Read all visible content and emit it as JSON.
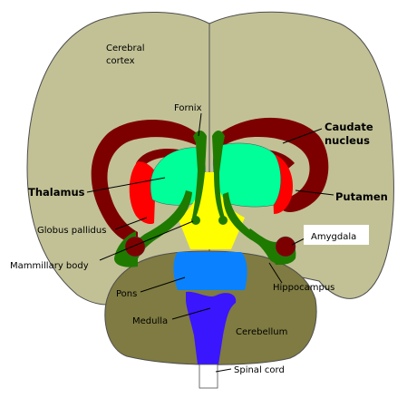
{
  "labels": {
    "cerebral_cortex_line1": "Cerebral",
    "cerebral_cortex_line2": "cortex",
    "fornix": "Fornix",
    "caudate_line1": "Caudate",
    "caudate_line2": "nucleus",
    "thalamus": "Thalamus",
    "putamen": "Putamen",
    "globus_pallidus": "Globus pallidus",
    "amygdala": "Amygdala",
    "mammillary_body": "Mammillary body",
    "pons": "Pons",
    "hippocampus": "Hippocampus",
    "medulla": "Medulla",
    "cerebellum": "Cerebellum",
    "spinal_cord": "Spinal cord"
  },
  "colors": {
    "cortex": "#c2c196",
    "cerebellum": "#7f7b42",
    "caudate": "#7d0000",
    "putamen": "#ff0000",
    "thalamus": "#00ff99",
    "limbic": "#1f7a00",
    "midline": "#ffff00",
    "pons": "#0a82ff",
    "medulla": "#3a16ff",
    "outline": "#4d4d4d"
  }
}
